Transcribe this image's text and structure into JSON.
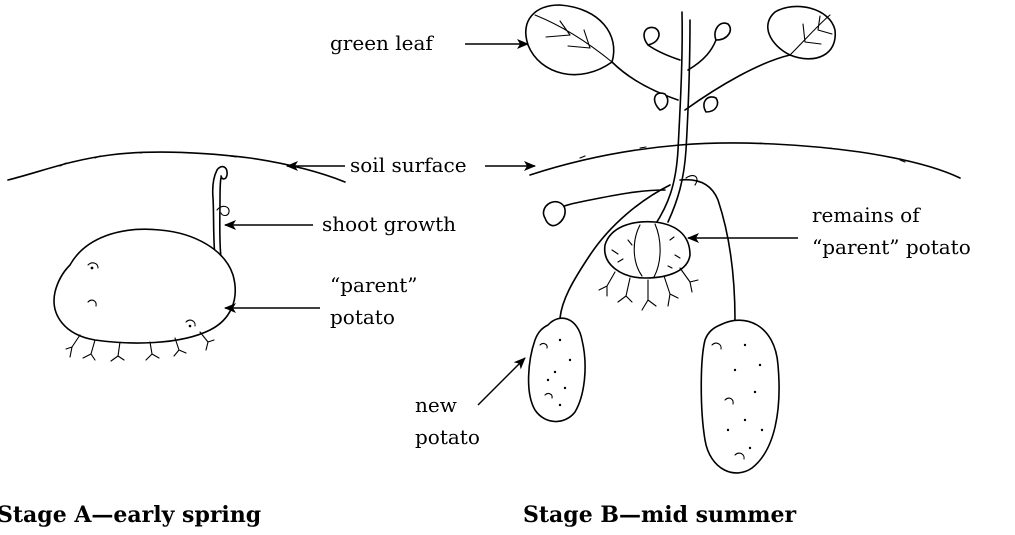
{
  "labels": {
    "green_leaf": "green leaf",
    "soil_surface": "soil surface",
    "shoot_growth": "shoot growth",
    "parent_potato_line1": "“parent”",
    "parent_potato_line2": "potato",
    "remains_line1": "remains of",
    "remains_line2": "“parent” potato",
    "new_potato_line1": "new",
    "new_potato_line2": "potato"
  },
  "captions": {
    "stage_a": "Stage A—early spring",
    "stage_b": "Stage B—mid summer"
  }
}
